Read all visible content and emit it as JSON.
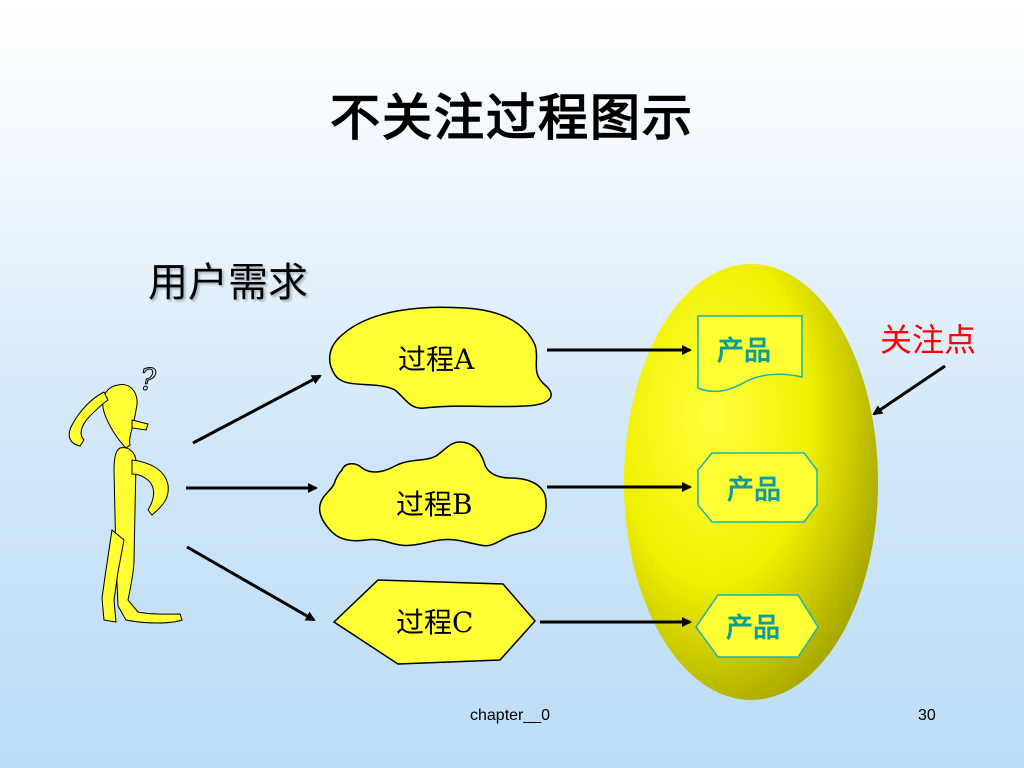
{
  "slide": {
    "title": "不关注过程图示",
    "user_requirement": "用户需求",
    "focus_label": "关注点",
    "footer_chapter": "chapter__0",
    "page_number": "30"
  },
  "processes": [
    {
      "label": "过程A"
    },
    {
      "label": "过程B"
    },
    {
      "label": "过程C"
    }
  ],
  "products": [
    {
      "label": "产品"
    },
    {
      "label": "产品"
    },
    {
      "label": "产品"
    }
  ],
  "figure": {
    "question_mark": "?"
  },
  "colors": {
    "shape_fill": "#ffff33",
    "shape_stroke": "#000000",
    "ellipse_fill": "#e8e800",
    "product_stroke": "#19b3b3",
    "product_text": "#0e9b9b",
    "focus_text": "#ff0000"
  }
}
